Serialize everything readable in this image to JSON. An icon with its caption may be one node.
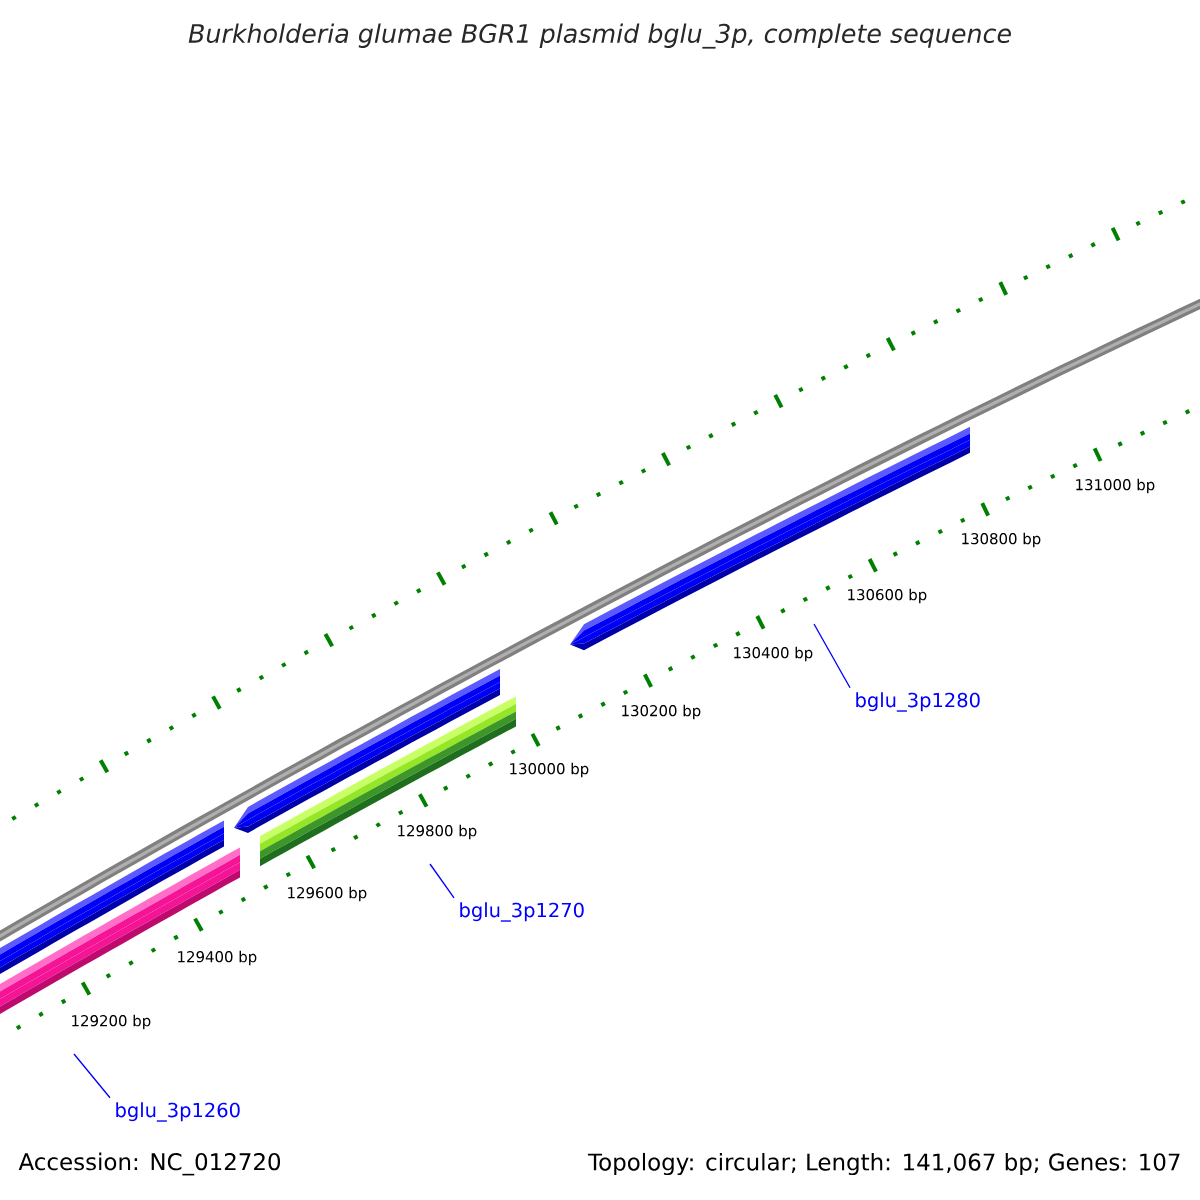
{
  "diagram": {
    "title": "Burkholderia glumae BGR1 plasmid bglu_3p, complete sequence",
    "nodes": [
      {
        "text": [
          "bglu_3p1260"
        ]
      },
      {
        "text": [
          "bglu_3p1270"
        ]
      },
      {
        "text": [
          "bglu_3p1280"
        ]
      }
    ],
    "edges": [
      {
        "from": 0,
        "to": null,
        "arrow": "none"
      },
      {
        "from": 1,
        "to": null,
        "arrow": "none"
      },
      {
        "from": 2,
        "to": null,
        "arrow": "none"
      }
    ],
    "labels": [
      "129200 bp",
      "129400 bp",
      "129600 bp",
      "129800 bp",
      "130000 bp",
      "130200 bp",
      "130400 bp",
      "130600 bp",
      "130800 bp",
      "131000 bp",
      "Accession: NC_012720",
      "Topology: circular; Length: 141,067 bp; Genes: 107"
    ]
  }
}
